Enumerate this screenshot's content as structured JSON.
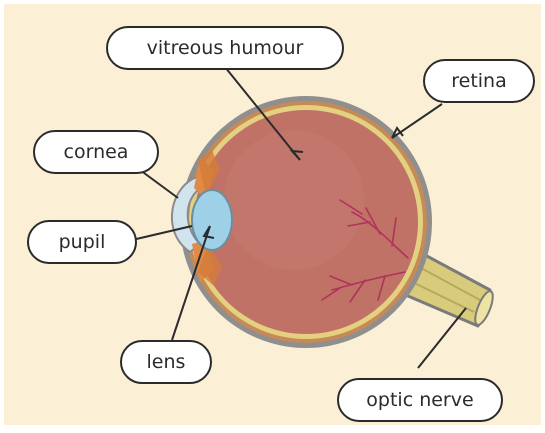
{
  "diagram": {
    "colors": {
      "panel_background": "#fbefd6",
      "sclera": "#8f8f8f",
      "choroid": "#c68a57",
      "retina": "#e3d081",
      "vitreous": "#c07266",
      "iris": "#e08a45",
      "cornea": "#cfe4ee",
      "lens": "#9ed0e8",
      "optic_nerve": "#d8cc7c",
      "blood_vessels": "#b0335a",
      "leader_lines": "#2b2b2b"
    },
    "labels": {
      "vitreous_humour": "vitreous humour",
      "retina": "retina",
      "cornea": "cornea",
      "pupil": "pupil",
      "lens": "lens",
      "optic_nerve": "optic nerve"
    }
  }
}
